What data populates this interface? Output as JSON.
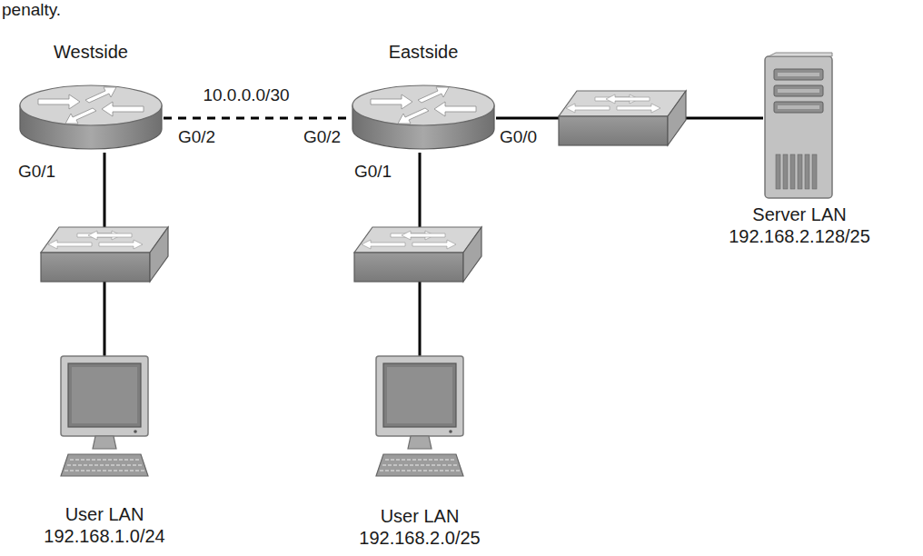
{
  "diagram": {
    "nodes": [
      {
        "text": [
          "Westside"
        ]
      },
      {
        "text": [
          "Eastside"
        ]
      },
      {
        "text": [
          "Server LAN 192.168.2.128/25"
        ]
      },
      {
        "text": [
          "User LAN 192.168.1.0/24"
        ]
      },
      {
        "text": [
          "User LAN 192.168.2.0/25"
        ]
      }
    ],
    "edges": [
      {
        "from": 0,
        "to": 1,
        "arrow": "none",
        "label": "10.0.0.0/30"
      },
      {
        "from": 0,
        "to": 3,
        "arrow": "none"
      },
      {
        "from": 1,
        "to": 4,
        "arrow": "none"
      },
      {
        "from": 1,
        "to": 2,
        "arrow": "none"
      }
    ],
    "labels": [
      "penalty.",
      "G0/2",
      "G0/2",
      "G0/1",
      "G0/1",
      "G0/0"
    ]
  }
}
